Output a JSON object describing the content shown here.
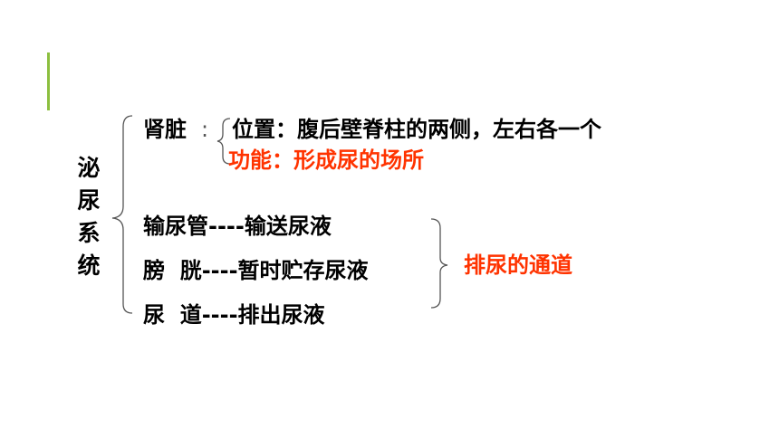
{
  "title": {
    "chars": [
      "泌",
      "尿",
      "系",
      "统"
    ]
  },
  "kidney": {
    "label": "肾脏",
    "colon": ":",
    "position": "位置：腹后壁脊柱的两侧，左右各一个",
    "function": "功能：形成尿的场所"
  },
  "organs": [
    {
      "text": "输尿管----输送尿液"
    },
    {
      "text": "膀  胱----暂时贮存尿液"
    },
    {
      "text": "尿  道----排出尿液"
    }
  ],
  "summary": "排尿的通道",
  "colors": {
    "accent": "#8cbf3f",
    "highlight": "#ff3300",
    "text": "#000000"
  }
}
